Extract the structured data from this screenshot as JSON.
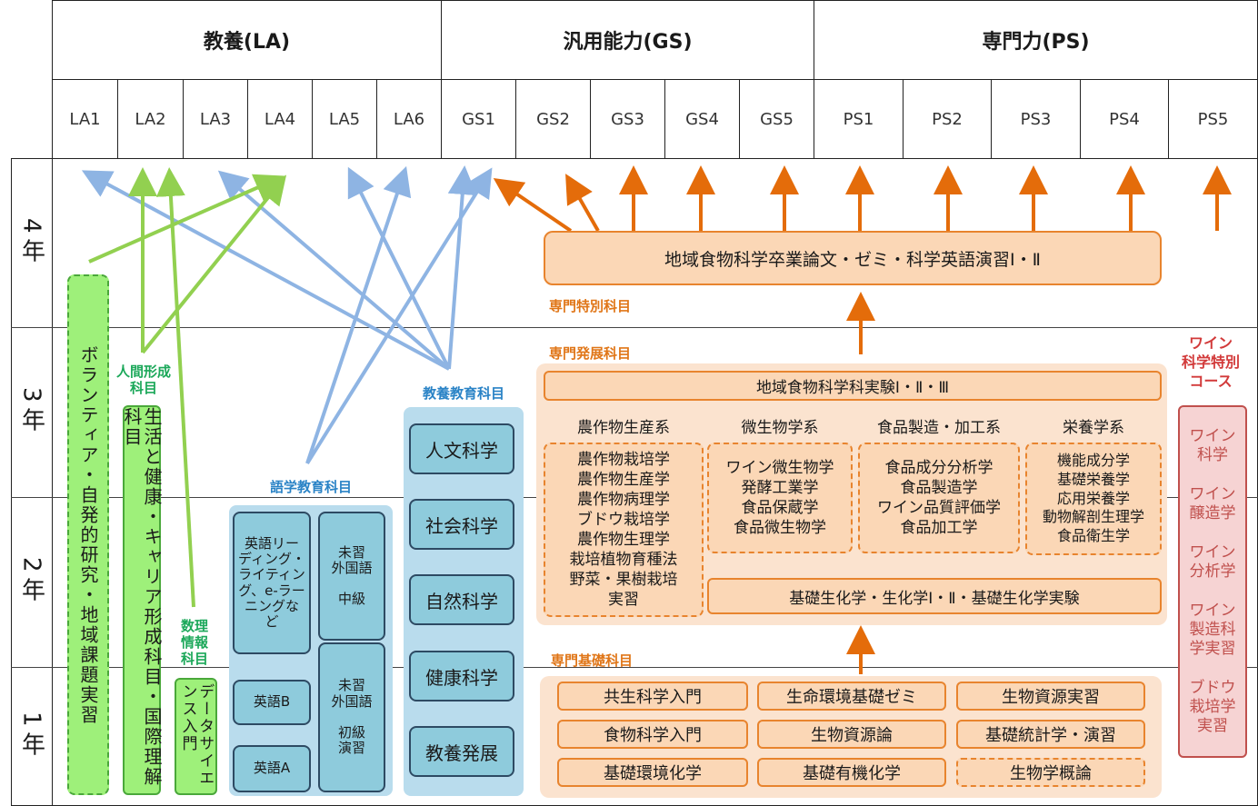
{
  "header": {
    "groups": [
      "教養(LA)",
      "汎用能力(GS)",
      "専門力(PS)"
    ],
    "columns": [
      "LA1",
      "LA2",
      "LA3",
      "LA4",
      "LA5",
      "LA6",
      "GS1",
      "GS2",
      "GS3",
      "GS4",
      "GS5",
      "PS1",
      "PS2",
      "PS3",
      "PS4",
      "PS5"
    ]
  },
  "years": [
    "4年",
    "3年",
    "2年",
    "1年"
  ],
  "green": {
    "volunteer": "ボランティア・自発的研究・地域課題実習",
    "ningen_label": "人間形成\n科目",
    "ningen_box": "生活と健康・キャリア形成科目・国際理解科目",
    "suuri_label": "数理\n情報\n科目",
    "suuri_box": "データサイエンス入門"
  },
  "language": {
    "label": "語学教育科目",
    "english_rd": "英語リーディング・ライティング、e-ラーニングなど",
    "english_b": "英語B",
    "english_a": "英語A",
    "foreign_mid": "未習\n外国語\n\n中級",
    "foreign_beg": "未習\n外国語\n\n初級\n演習"
  },
  "liberal": {
    "label": "教養教育科目",
    "items": [
      "人文科学",
      "社会科学",
      "自然科学",
      "健康科学",
      "教養発展"
    ]
  },
  "special": {
    "thesis": "地域食物科学卒業論文・ゼミ・科学英語演習Ⅰ・Ⅱ",
    "special_label": "専門特別科目",
    "advanced_label": "専門発展科目",
    "experiment": "地域食物科学科実験Ⅰ・Ⅱ・Ⅲ",
    "systems": [
      "農作物生産系",
      "微生物学系",
      "食品製造・加工系",
      "栄養学系"
    ],
    "crop": "農作物栽培学\n農作物生産学\n農作物病理学\nブドウ栽培学\n農作物生理学\n栽培植物育種法\n野菜・果樹栽培\n実習",
    "micro": "ワイン微生物学\n発酵工業学\n食品保蔵学\n食品微生物学",
    "food": "食品成分分析学\n食品製造学\nワイン品質評価学\n食品加工学",
    "nutrition": "機能成分学\n基礎栄養学\n応用栄養学\n動物解剖生理学\n食品衛生学",
    "biochem": "基礎生化学・生化学Ⅰ・Ⅱ・基礎生化学実験",
    "basic_label": "専門基礎科目",
    "basic": [
      "共生科学入門",
      "生命環境基礎ゼミ",
      "生物資源実習",
      "食物科学入門",
      "生物資源論",
      "基礎統計学・演習",
      "基礎環境化学",
      "基礎有機化学",
      "生物学概論"
    ]
  },
  "wine": {
    "label": "ワイン\n科学特別\nコース",
    "items": [
      "ワイン\n科学",
      "ワイン\n醸造学",
      "ワイン\n分析学",
      "ワイン\n製造科\n学実習",
      "ブドウ\n栽培学\n実習"
    ]
  },
  "colors": {
    "green": "#92d050",
    "blue": "#8eb4e3",
    "orange": "#e46c0a",
    "wine": "#c0504d"
  }
}
